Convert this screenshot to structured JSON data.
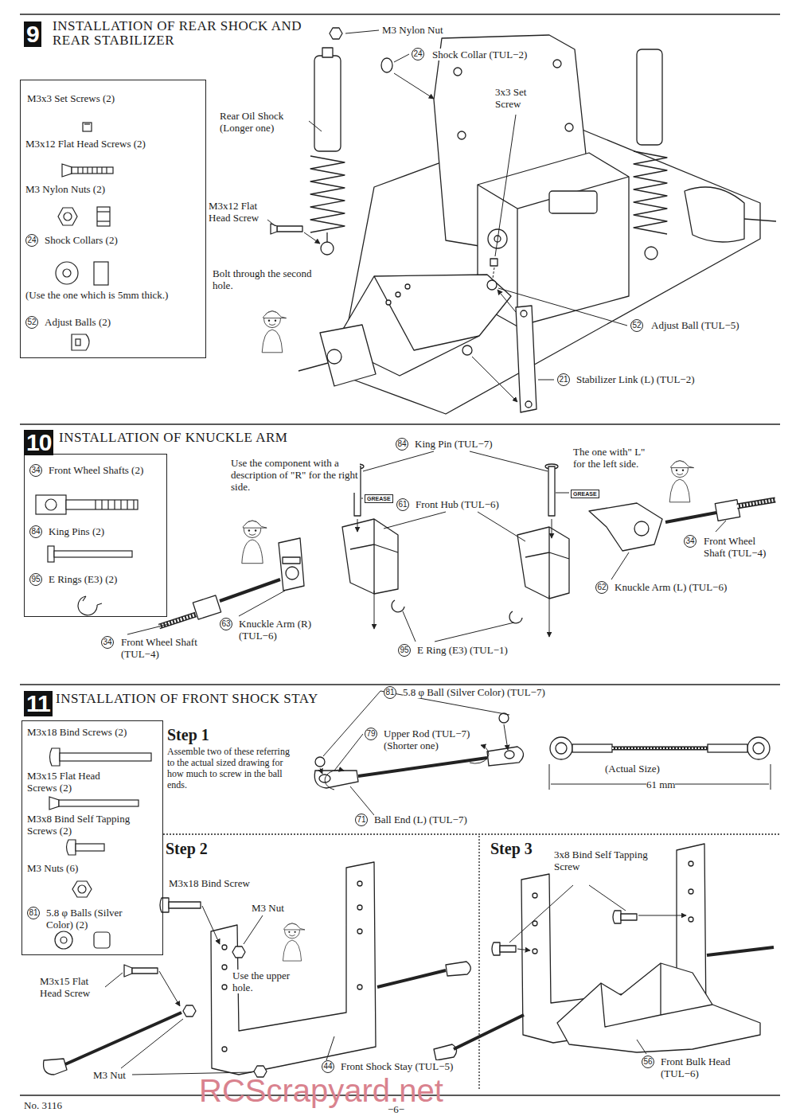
{
  "diagram": {
    "nodes": [
      {
        "text": [
          "M3x3 Set Screws (2)",
          "M3x12 Flat Head Screws (2)",
          "M3 Nylon Nuts (2)",
          "24",
          "Shock Collars (2)",
          "(Use the one which is 5mm thick.)",
          "52",
          "Adjust Balls (2)"
        ]
      },
      {
        "text": [
          "34",
          "Front Wheel Shafts (2)",
          "84",
          "King Pins (2)",
          "95",
          "E Rings (E3) (2)"
        ]
      },
      {
        "text": [
          "M3x18 Bind Screws (2)",
          "M3x15 Flat Head Screws (2)",
          "M3x8 Bind Self Tapping Screws (2)",
          "M3 Nuts (6)",
          "81",
          "5.8 φ Balls (Silver Color) (2)"
        ]
      }
    ],
    "labels": [
      "9",
      "INSTALLATION OF REAR SHOCK AND REAR STABILIZER",
      "M3 Nylon Nut",
      "24",
      "Shock Collar (TUL−2)",
      "3x3 Set Screw",
      "Rear Oil Shock (Longer one)",
      "M3x12 Flat Head Screw",
      "Bolt through the second hole.",
      "52",
      "Adjust Ball (TUL−5)",
      "21",
      "Stabilizer Link (L) (TUL−2)",
      "10",
      "INSTALLATION OF KNUCKLE ARM",
      "84",
      "King Pin (TUL−7)",
      "Use the component with a description of \"R\" for the right side.",
      "GREASE",
      "61",
      "Front Hub (TUL−6)",
      "GREASE",
      "The one with\" L\" for the left side.",
      "34",
      "Front Wheel Shaft (TUL−4)",
      "62",
      "Knuckle Arm (L) (TUL−6)",
      "63",
      "Knuckle Arm (R) (TUL−6)",
      "34",
      "Front Wheel Shaft (TUL−4)",
      "95",
      "E Ring (E3) (TUL−1)",
      "11",
      "INSTALLATION OF FRONT SHOCK STAY",
      "81",
      "5.8 φ Ball (Silver Color) (TUL−7)",
      "Step 1",
      "Assemble two of these referring to the actual sized drawing for how much to screw in the ball ends.",
      "79",
      "Upper Rod (TUL−7) (Shorter one)",
      "71",
      "Ball End (L) (TUL−7)",
      "(Actual Size)",
      "61 mm",
      "Step 2",
      "M3x18 Bind Screw",
      "M3 Nut",
      "Use the upper hole.",
      "M3x15 Flat Head Screw",
      "M3 Nut",
      "44",
      "Front Shock Stay (TUL−5)",
      "Step 3",
      "3x8 Bind Self Tapping Screw",
      "56",
      "Front Bulk Head (TUL−6)",
      "No. 3116",
      "−6−",
      "RCScrapyard.net"
    ]
  }
}
